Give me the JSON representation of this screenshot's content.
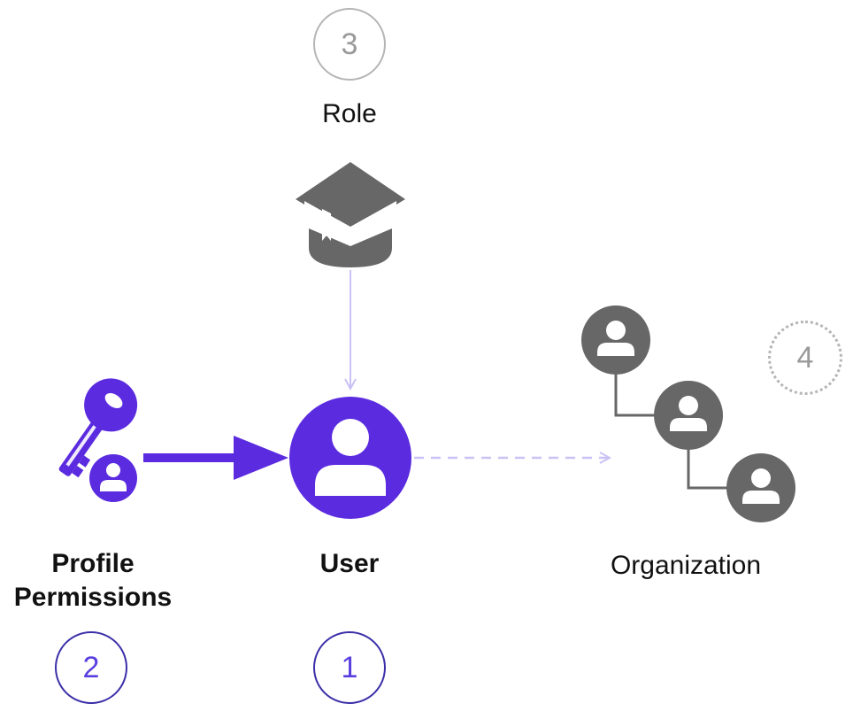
{
  "nodes": {
    "role": {
      "label": "Role",
      "step": "3"
    },
    "user": {
      "label": "User",
      "step": "1"
    },
    "profile_permissions": {
      "label_line1": "Profile",
      "label_line2": "Permissions",
      "step": "2"
    },
    "organization": {
      "label": "Organization",
      "step": "4"
    }
  },
  "icons": {
    "role": "graduation-cap-icon",
    "user": "user-avatar-icon",
    "profile_permissions": "key-with-user-icon",
    "organization": "org-hierarchy-icon"
  },
  "colors": {
    "primary": "#5B2BE0",
    "gray_icon": "#676767",
    "light_arrow": "#c9c2f5",
    "badge_gray": "#b5b5b5",
    "badge_dark": "#3b2fa8"
  }
}
